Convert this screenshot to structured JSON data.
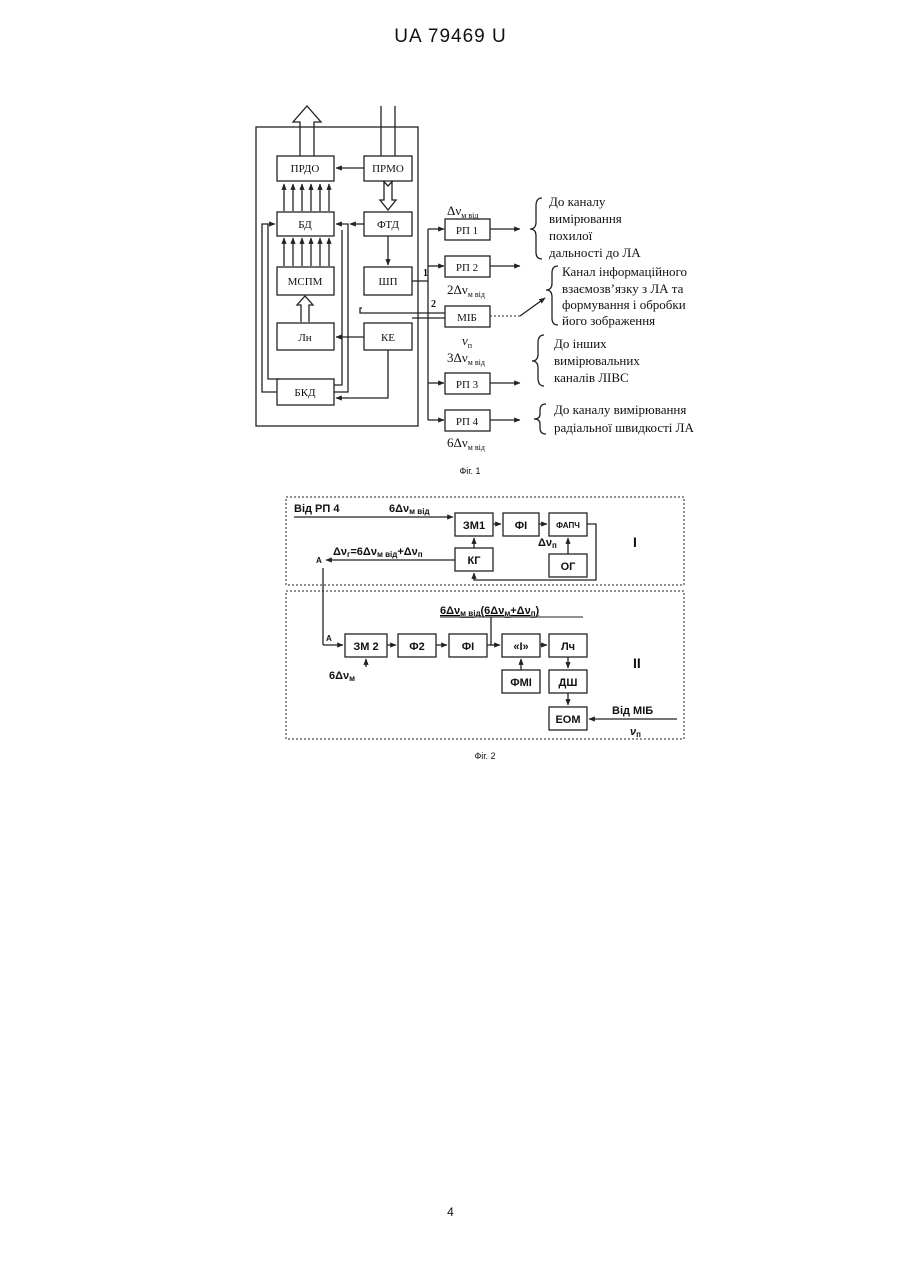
{
  "header": {
    "title": "UA   79469   U"
  },
  "page_number": "4",
  "fig1": {
    "caption": "Фіг. 1",
    "blocks": {
      "prdo": "ПРДО",
      "prmo": "ПРМО",
      "bd": "БД",
      "ftd": "ФТД",
      "mspm": "МСПМ",
      "shp": "ШП",
      "ln": "Лн",
      "ke": "КЕ",
      "bkd": "БКД",
      "rp1": "РП 1",
      "rp2": "РП 2",
      "mib": "МІБ",
      "rp3": "РП 3",
      "rp4": "РП 4"
    },
    "labels": {
      "port1": "1",
      "port2": "2",
      "dv_main": "Δν",
      "dv_sub": "м від",
      "dv2_main": "2Δν",
      "dv2_sub": "м від",
      "nu_main": "ν",
      "nu_sub": "п",
      "dv3_main": "3Δν",
      "dv3_sub": "м від",
      "dv6_main": "6Δν",
      "dv6_sub": "м від"
    },
    "notes": {
      "n1_l1": "До каналу",
      "n1_l2": "вимірювання",
      "n1_l3": "похилої",
      "n1_l4": "дальності до ЛА",
      "n2_l1": "Канал інформаційного",
      "n2_l2": "взаємозв’язку з ЛА та",
      "n2_l3": "формування і обробки",
      "n2_l4": "його зображення",
      "n3_l1": "До інших",
      "n3_l2": "вимірювальних",
      "n3_l3": "каналів ЛІВС",
      "n4_l1": "До каналу вимірювання",
      "n4_l2": "радіальної швидкості ЛА"
    }
  },
  "fig2": {
    "caption": "Фіг. 2",
    "blocks": {
      "zm1": "ЗМ1",
      "fi1": "ФІ",
      "fapch": "ФАПЧ",
      "kg": "КГ",
      "og": "ОГ",
      "zm2": "ЗМ 2",
      "f2": "Ф2",
      "fi2": "ФІ",
      "int": "«І»",
      "lch": "Лч",
      "fmi": "ФМІ",
      "dsh": "ДШ",
      "eom": "ЕОМ"
    },
    "labels": {
      "from_rp4": "Від РП 4",
      "top_main": "6Δν",
      "top_sub": "м від",
      "dvp_main": "Δν",
      "dvp_sub": "п",
      "dvr_a": "Δν",
      "dvr_b": "г",
      "dvr_c": "=6Δν",
      "dvr_d": "м від",
      "dvr_e": "+Δν",
      "dvr_f": "п",
      "sec1": "I",
      "sec2": "II",
      "a1": "A",
      "a2": "A",
      "mix_a": "6Δν",
      "mix_b": "м від",
      "mix_c": "(6Δν",
      "mix_d": "м",
      "mix_e": "+Δν",
      "mix_f": "п",
      "mix_g": ")",
      "in_main": "6Δν",
      "in_sub": "м",
      "from_mib": "Від МІБ",
      "nup_main": "ν",
      "nup_sub": "п"
    }
  }
}
